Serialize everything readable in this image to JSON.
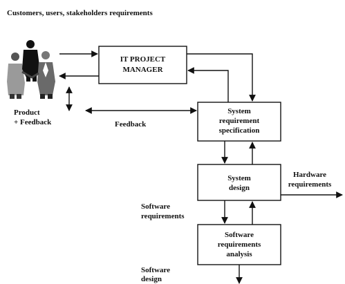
{
  "title": "Customers, users, stakeholders requirements",
  "boxes": {
    "it_project_manager": [
      "IT PROJECT",
      "MANAGER"
    ],
    "system_requirement_specification": [
      "System",
      "requirement",
      "specification"
    ],
    "system_design": [
      "System",
      "design"
    ],
    "software_requirements_analysis": [
      "Software",
      "requirements",
      "analysis"
    ]
  },
  "labels": {
    "product_feedback": [
      "Product",
      "+ Feedback"
    ],
    "feedback": "Feedback",
    "hardware_requirements": [
      "Hardware",
      "requirements"
    ],
    "software_requirements": [
      "Software",
      "requirements"
    ],
    "software_design": [
      "Software",
      "design"
    ]
  },
  "icons": {
    "people": "business-people-icon"
  },
  "colors": {
    "line": "#111111",
    "background": "#ffffff"
  }
}
